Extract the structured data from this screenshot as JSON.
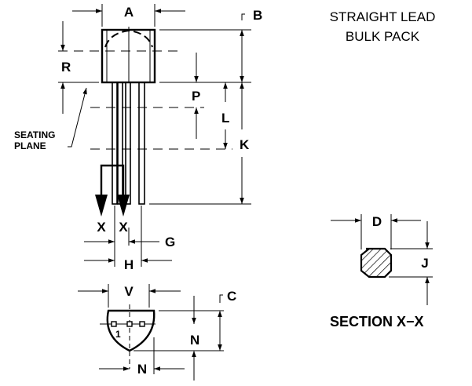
{
  "title": {
    "line1": "STRAIGHT LEAD",
    "line2": "BULK PACK"
  },
  "section_label": "SECTION X−X",
  "seating_plane": {
    "line1": "SEATING",
    "line2": "PLANE"
  },
  "pin_label": "1",
  "dimensions": {
    "A": "A",
    "B": "B",
    "C": "C",
    "D": "D",
    "G": "G",
    "H": "H",
    "J": "J",
    "K": "K",
    "L": "L",
    "N_vertical": "N",
    "N_horizontal": "N",
    "P": "P",
    "R": "R",
    "V": "V",
    "X1": "X",
    "X2": "X"
  }
}
